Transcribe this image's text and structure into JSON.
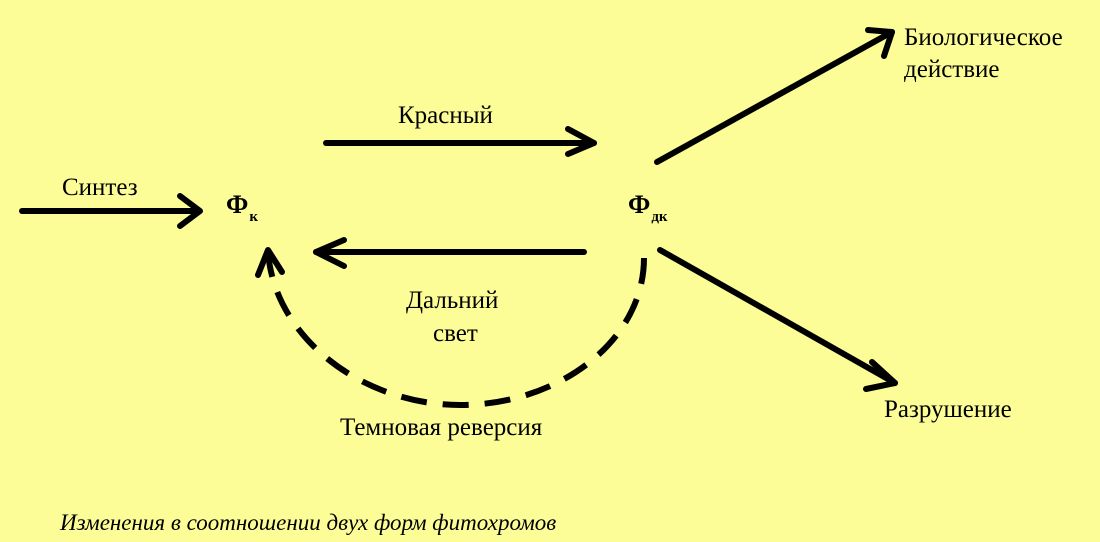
{
  "nodes": {
    "phi_k": {
      "symbol": "Ф",
      "sub": "к"
    },
    "phi_dk": {
      "symbol": "Ф",
      "sub": "дк"
    }
  },
  "labels": {
    "synthesis": "Синтез",
    "red": "Красный",
    "far_red_line1": "Дальний",
    "far_red_line2": "свет",
    "dark_reversion": "Темновая реверсия",
    "bio_action_line1": "Биологическое",
    "bio_action_line2": "действие",
    "destruction": "Разрушение"
  },
  "caption": "Изменения в соотношении двух форм фитохромов",
  "colors": {
    "background": "#fdfd98",
    "ink": "#000000"
  }
}
